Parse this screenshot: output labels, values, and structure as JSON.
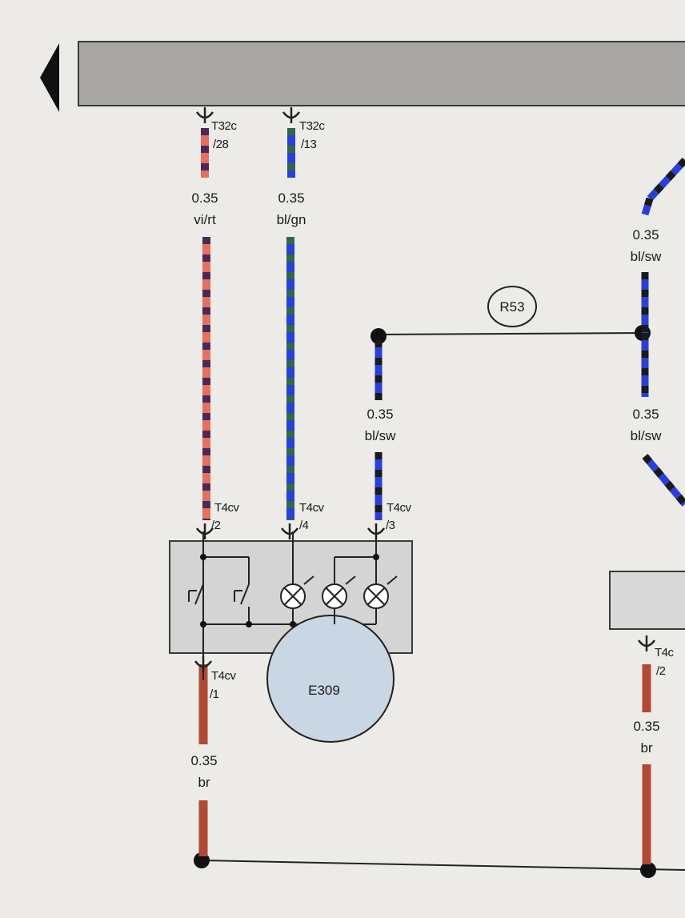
{
  "header_bar": {
    "arrow_icon": "left-arrow-icon"
  },
  "connectors": [
    {
      "name": "T32c",
      "pin": "/28"
    },
    {
      "name": "T32c",
      "pin": "/13"
    },
    {
      "name": "T4cv",
      "pin": "/2"
    },
    {
      "name": "T4cv",
      "pin": "/4"
    },
    {
      "name": "T4cv",
      "pin": "/3"
    },
    {
      "name": "T4cv",
      "pin": "/1"
    },
    {
      "name": "T4c",
      "pin": "/2"
    }
  ],
  "wires": [
    {
      "size": "0.35",
      "color_code": "vi/rt",
      "colors": [
        "#e4705e",
        "#4a2a55"
      ]
    },
    {
      "size": "0.35",
      "color_code": "bl/gn",
      "colors": [
        "#2a3fd9",
        "#2f6a45"
      ]
    },
    {
      "size": "0.35",
      "color_code": "bl/sw",
      "colors": [
        "#2a3fd9",
        "#1a1a1a"
      ]
    },
    {
      "size": "0.35",
      "color_code": "bl/sw",
      "colors": [
        "#2a3fd9",
        "#1a1a1a"
      ]
    },
    {
      "size": "0.35",
      "color_code": "bl/sw",
      "colors": [
        "#2a3fd9",
        "#1a1a1a"
      ]
    },
    {
      "size": "0.35",
      "color_code": "br",
      "colors": [
        "#b04a36"
      ]
    },
    {
      "size": "0.35",
      "color_code": "br",
      "colors": [
        "#b04a36"
      ]
    }
  ],
  "reference_marker": "R53",
  "component": {
    "label": "E309",
    "fill": "#c9d6e3"
  },
  "colors": {
    "brown": "#b04a36",
    "blue": "#2a3fd9",
    "black": "#1a1a1a",
    "box": "#d4d4d4"
  }
}
